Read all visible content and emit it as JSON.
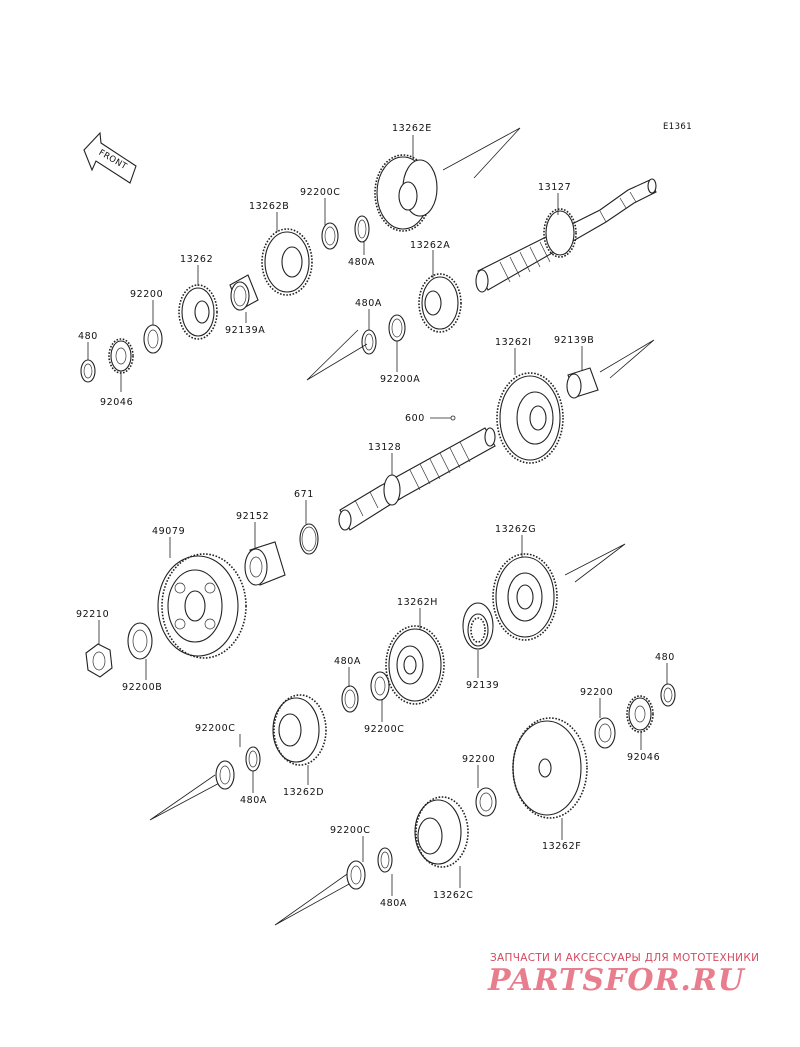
{
  "diagram": {
    "code": "E1361",
    "front_label": "FRONT",
    "parts": [
      {
        "id": "13262E",
        "label": "13262E"
      },
      {
        "id": "13127",
        "label": "13127"
      },
      {
        "id": "92200C_top",
        "label": "92200C"
      },
      {
        "id": "13262B",
        "label": "13262B"
      },
      {
        "id": "480A_top",
        "label": "480A"
      },
      {
        "id": "13262",
        "label": "13262"
      },
      {
        "id": "92200",
        "label": "92200"
      },
      {
        "id": "92139A",
        "label": "92139A"
      },
      {
        "id": "13262A",
        "label": "13262A"
      },
      {
        "id": "480",
        "label": "480"
      },
      {
        "id": "92046",
        "label": "92046"
      },
      {
        "id": "480A_mid",
        "label": "480A"
      },
      {
        "id": "92200A",
        "label": "92200A"
      },
      {
        "id": "13262I",
        "label": "13262I"
      },
      {
        "id": "92139B",
        "label": "92139B"
      },
      {
        "id": "600",
        "label": "600"
      },
      {
        "id": "13128",
        "label": "13128"
      },
      {
        "id": "671",
        "label": "671"
      },
      {
        "id": "49079",
        "label": "49079"
      },
      {
        "id": "92152",
        "label": "92152"
      },
      {
        "id": "13262G",
        "label": "13262G"
      },
      {
        "id": "92210",
        "label": "92210"
      },
      {
        "id": "92200B",
        "label": "92200B"
      },
      {
        "id": "13262H",
        "label": "13262H"
      },
      {
        "id": "480A_low",
        "label": "480A"
      },
      {
        "id": "92139",
        "label": "92139"
      },
      {
        "id": "480_right",
        "label": "480"
      },
      {
        "id": "92200C_mid",
        "label": "92200C"
      },
      {
        "id": "92200_right",
        "label": "92200"
      },
      {
        "id": "92046_right",
        "label": "92046"
      },
      {
        "id": "92200C_low",
        "label": "92200C"
      },
      {
        "id": "480A_low2",
        "label": "480A"
      },
      {
        "id": "13262D",
        "label": "13262D"
      },
      {
        "id": "92200_low",
        "label": "92200"
      },
      {
        "id": "13262F",
        "label": "13262F"
      },
      {
        "id": "92200C_bottom",
        "label": "92200C"
      },
      {
        "id": "480A_bottom",
        "label": "480A"
      },
      {
        "id": "13262C",
        "label": "13262C"
      }
    ]
  },
  "watermark": {
    "tagline": "ЗАПЧАСТИ И АКСЕССУАРЫ ДЛЯ МОТОТЕХНИКИ",
    "logo": "PARTSFOR.RU"
  }
}
